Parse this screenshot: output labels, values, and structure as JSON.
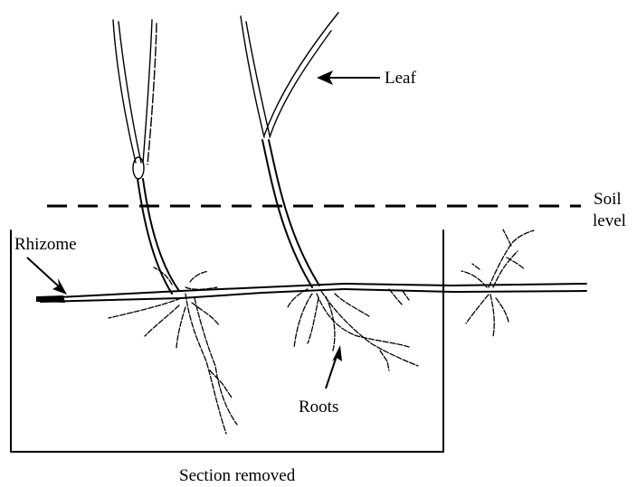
{
  "labels": {
    "leaf": "Leaf",
    "soil_line1": "Soil",
    "soil_line2": "level",
    "rhizome": "Rhizome",
    "roots": "Roots",
    "section": "Section removed"
  },
  "colors": {
    "ink": "#000000",
    "background": "#ffffff"
  }
}
